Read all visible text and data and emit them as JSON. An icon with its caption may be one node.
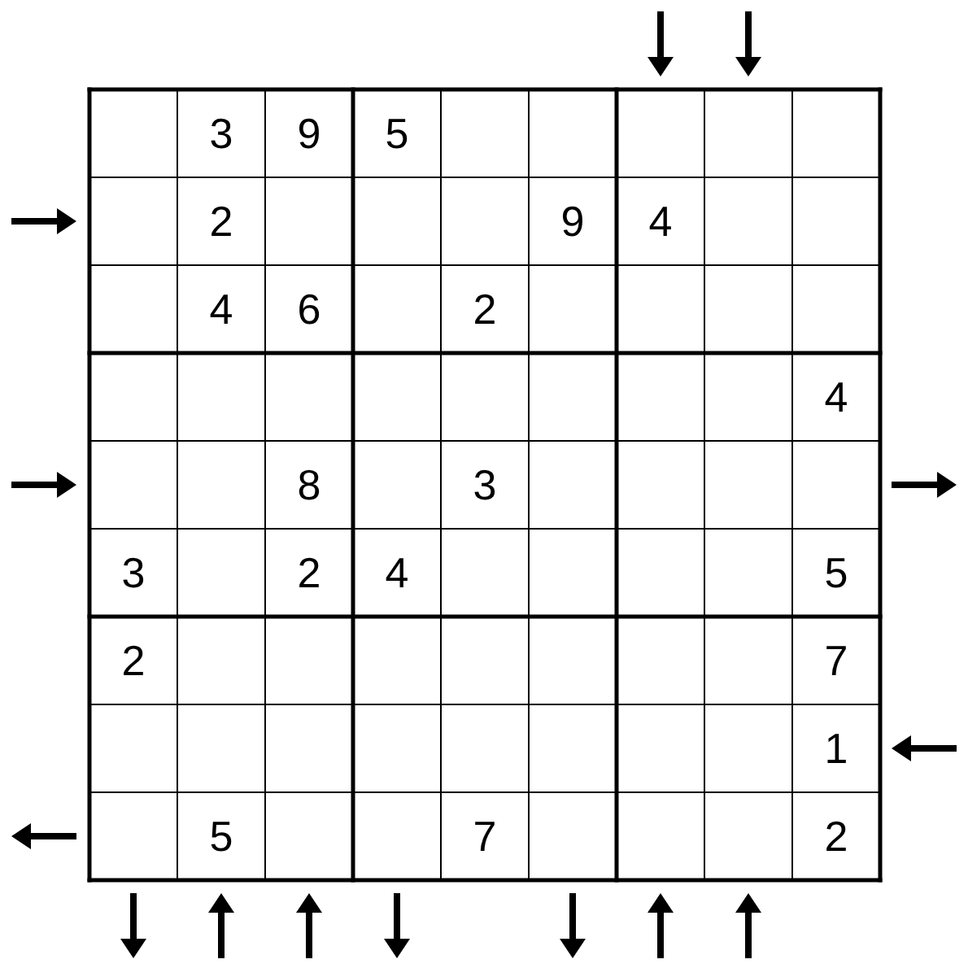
{
  "diagram": {
    "labels": [
      "3",
      "9",
      "5",
      "2",
      "9",
      "4",
      "4",
      "6",
      "2",
      "4",
      "8",
      "3",
      "3",
      "2",
      "4",
      "5",
      "2",
      "7",
      "1",
      "5",
      "7",
      "2"
    ]
  }
}
